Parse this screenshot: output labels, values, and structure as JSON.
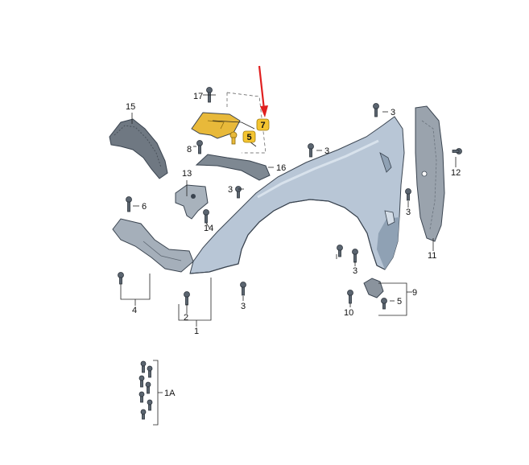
{
  "diagram": {
    "part_numbers": {
      "p1": "1",
      "p1A": "1A",
      "p2": "2",
      "p3a": "3",
      "p3b": "3",
      "p3c": "3",
      "p3d": "3",
      "p3e": "3",
      "p3f": "3",
      "p4": "4",
      "p5a": "5",
      "p5b": "5",
      "p6": "6",
      "p7": "7",
      "p8": "8",
      "p9": "9",
      "p10": "10",
      "p11": "11",
      "p12": "12",
      "p13": "13",
      "p14": "14",
      "p15": "15",
      "p16": "16",
      "p17": "17"
    },
    "highlighted_parts": [
      "5",
      "7"
    ],
    "colors": {
      "fender": "#b8c6d6",
      "fender_shadow": "#8fa1b4",
      "liner": "#9aa3ad",
      "bracket_highlight": "#e8b93a",
      "badge_highlight": "#f4c430",
      "arrow": "#e02020",
      "bolt": "#5b6570"
    }
  }
}
